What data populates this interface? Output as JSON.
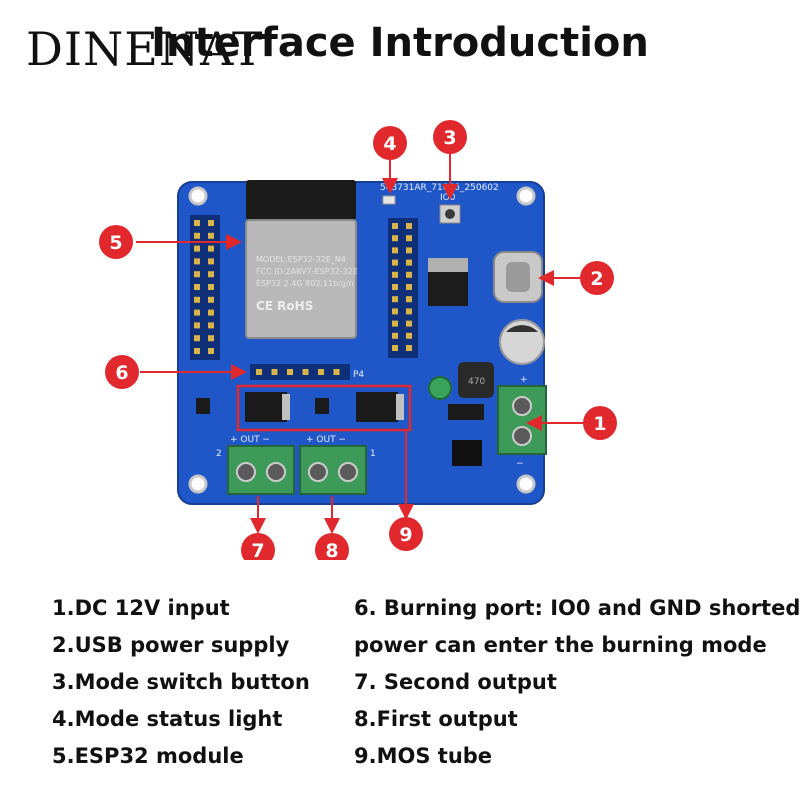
{
  "brand": "DINENAT",
  "title": "Interface Introduction",
  "board": {
    "serial": "543731AR_71066_250602",
    "silk_io0": "IO0",
    "silk_out_1": "+ OUT −",
    "silk_out_2": "+ OUT −",
    "silk_plus": "+",
    "silk_minus": "−",
    "silk_1": "1",
    "silk_2": "2",
    "silk_p4": "P4",
    "module_line1": "MODEL:ESP32-32E_N4",
    "module_line2": "FCC ID:2A8V7-ESP32-32E",
    "module_line3": "ESP32 2.4G 802.11b/g/n",
    "module_line4": "CE RoHS",
    "inductor": "470"
  },
  "callouts": [
    {
      "num": "1"
    },
    {
      "num": "2"
    },
    {
      "num": "3"
    },
    {
      "num": "4"
    },
    {
      "num": "5"
    },
    {
      "num": "6"
    },
    {
      "num": "7"
    },
    {
      "num": "8"
    },
    {
      "num": "9"
    }
  ],
  "legend_left": [
    "1.DC 12V input",
    "2.USB power supply",
    "3.Mode switch button",
    "4.Mode status light",
    "5.ESP32 module"
  ],
  "legend_right": [
    "6. Burning port: IO0 and GND shorted",
    "power can enter the burning mode",
    "7. Second output",
    "8.First output",
    "9.MOS tube"
  ],
  "colors": {
    "pcb": "#1f56c8",
    "callout": "#e0282d",
    "terminal": "#3e9a58",
    "module": "#b9b9b9"
  }
}
